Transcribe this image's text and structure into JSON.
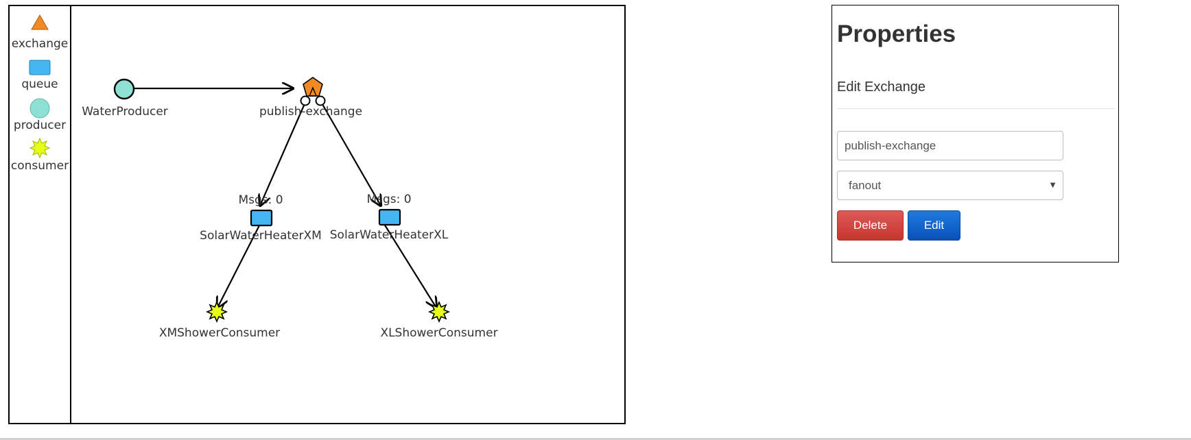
{
  "palette": {
    "legend_exchange": "exchange",
    "legend_queue": "queue",
    "legend_producer": "producer",
    "legend_consumer": "consumer"
  },
  "nodes": {
    "producer_name": "WaterProducer",
    "exchange_name": "publish-exchange",
    "queue_xm_name": "SolarWaterHeaterXM",
    "queue_xl_name": "SolarWaterHeaterXL",
    "queue_xm_msgs": "Msgs: 0",
    "queue_xl_msgs": "Msgs: 0",
    "consumer_xm_name": "XMShowerConsumer",
    "consumer_xl_name": "XLShowerConsumer"
  },
  "properties": {
    "title": "Properties",
    "subtitle": "Edit Exchange",
    "name_value": "publish-exchange",
    "type_value": "fanout",
    "delete_label": "Delete",
    "edit_label": "Edit"
  },
  "colors": {
    "exchange": "#f08a24",
    "queue": "#44b6f2",
    "producer": "#8ee0d2",
    "consumer": "#e6ff16"
  },
  "icons": {
    "exchange": "triangle-icon",
    "queue": "rectangle-icon",
    "producer": "circle-icon",
    "consumer": "star-burst-icon",
    "select": "chevron-down-icon"
  }
}
